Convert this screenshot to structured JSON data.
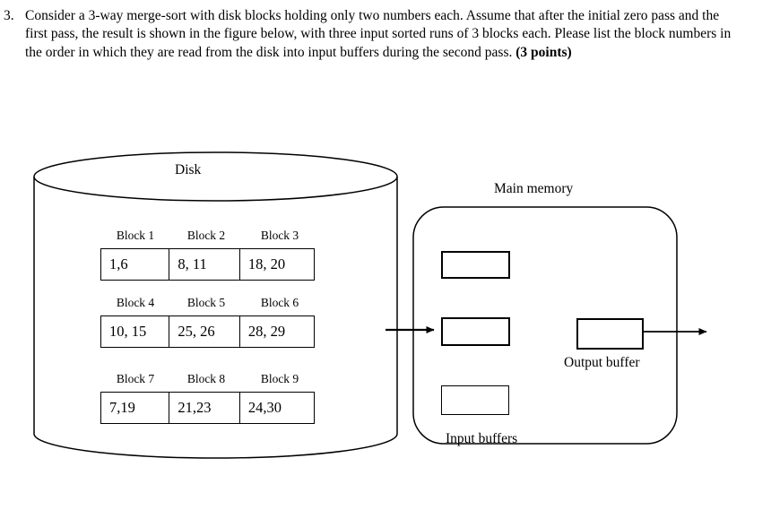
{
  "question": {
    "number": "3.",
    "body": "Consider a 3-way merge-sort with disk blocks holding only two numbers each.  Assume that after the initial zero pass and the first pass, the result is shown in the figure below, with three input sorted runs of 3 blocks each.  Please list the block numbers in the order in which they are read from the disk into input buffers during the second pass. ",
    "points": "(3 points)"
  },
  "figure": {
    "disk_label": "Disk",
    "main_memory_label": "Main memory",
    "input_buffers_label": "Input buffers",
    "output_buffer_label": "Output buffer",
    "stroke_color": "#000000",
    "fill_color": "#ffffff",
    "arrow_disk_to_memory": "arrow-right",
    "arrow_output_to_disk": "arrow-right",
    "disk_runs": [
      {
        "run": 1,
        "blocks": [
          {
            "label": "Block 1",
            "value": "1,6"
          },
          {
            "label": "Block 2",
            "value": "8, 11"
          },
          {
            "label": "Block 3",
            "value": "18, 20"
          }
        ]
      },
      {
        "run": 2,
        "blocks": [
          {
            "label": "Block 4",
            "value": "10, 15"
          },
          {
            "label": "Block 5",
            "value": "25, 26"
          },
          {
            "label": "Block 6",
            "value": "28, 29"
          }
        ]
      },
      {
        "run": 3,
        "blocks": [
          {
            "label": "Block 7",
            "value": "7,19"
          },
          {
            "label": "Block 8",
            "value": "21,23"
          },
          {
            "label": "Block 9",
            "value": "24,30"
          }
        ]
      }
    ],
    "input_buffers": [
      {
        "index": 1,
        "value": ""
      },
      {
        "index": 2,
        "value": ""
      },
      {
        "index": 3,
        "value": ""
      }
    ],
    "output_buffers": [
      {
        "index": 1,
        "value": ""
      }
    ]
  }
}
